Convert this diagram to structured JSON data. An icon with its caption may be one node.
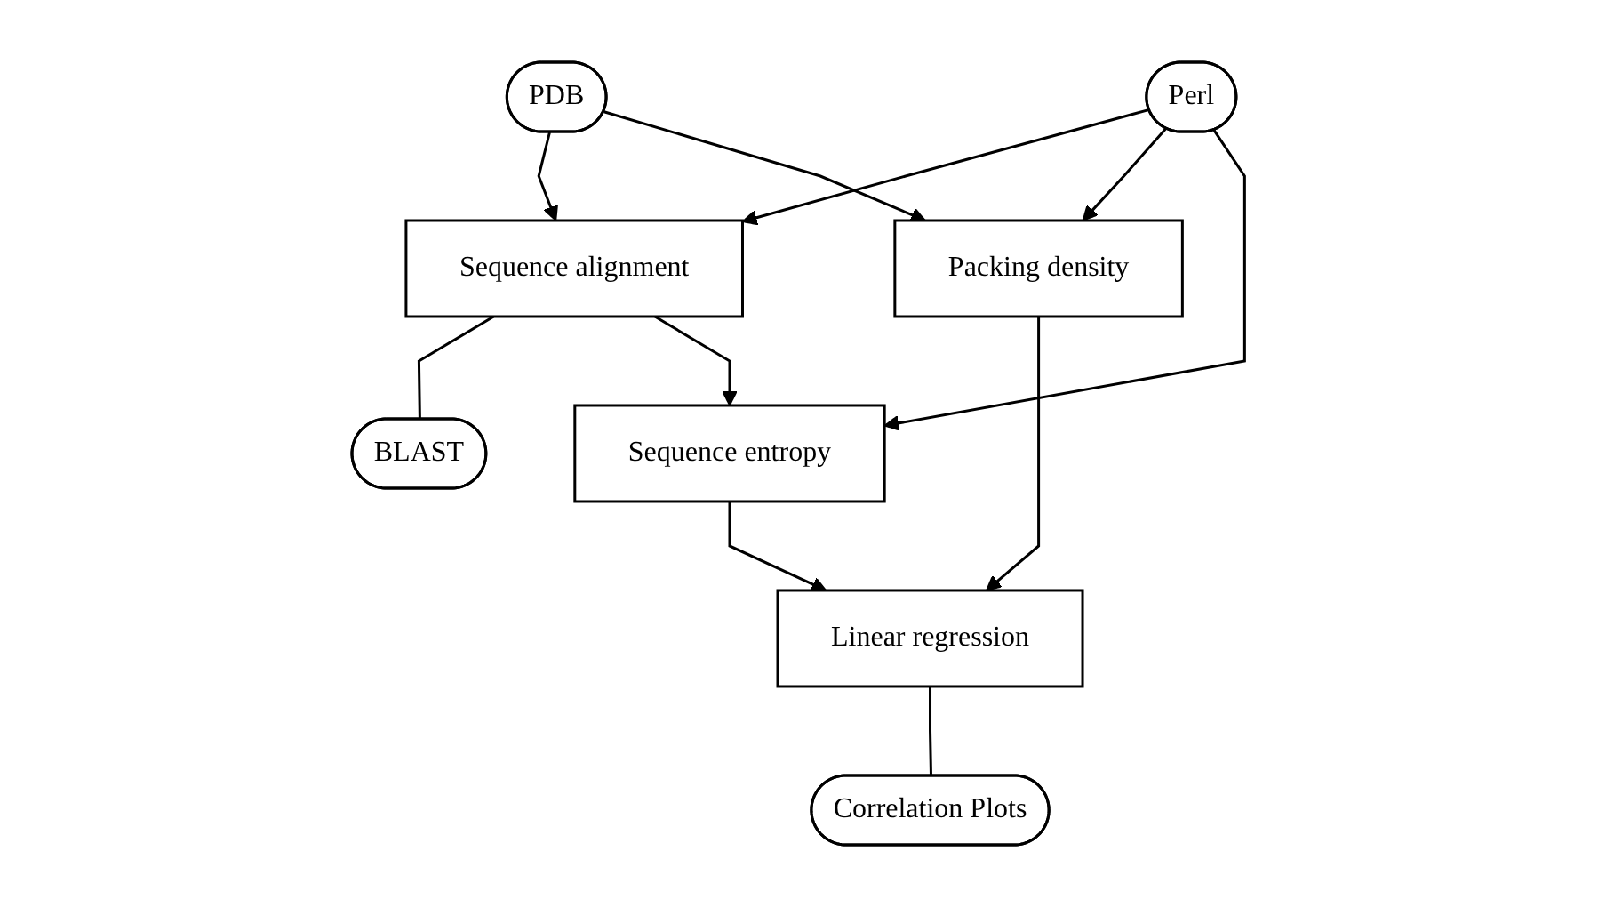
{
  "diagram": {
    "nodes": [
      {
        "text": [
          "PDB"
        ]
      },
      {
        "text": [
          "Sequence alignment"
        ]
      },
      {
        "text": [
          "BLAST"
        ]
      },
      {
        "text": [
          "Perl"
        ]
      },
      {
        "text": [
          "Packing density"
        ]
      },
      {
        "text": [
          "Sequence entropy"
        ]
      },
      {
        "text": [
          "Linear regression"
        ]
      },
      {
        "text": [
          "Correlation Plots"
        ]
      }
    ],
    "edges": [
      {
        "from": 0,
        "to": 1,
        "arrow": "to"
      },
      {
        "from": 1,
        "to": 2,
        "arrow": "none"
      },
      {
        "from": 3,
        "to": 1,
        "arrow": "to"
      },
      {
        "from": 0,
        "to": 4,
        "arrow": "to"
      },
      {
        "from": 3,
        "to": 4,
        "arrow": "to"
      },
      {
        "from": 3,
        "to": 5,
        "arrow": "to"
      },
      {
        "from": 1,
        "to": 5,
        "arrow": "to"
      },
      {
        "from": 4,
        "to": 6,
        "arrow": "to"
      },
      {
        "from": 5,
        "to": 6,
        "arrow": "to"
      },
      {
        "from": 6,
        "to": 7,
        "arrow": "none"
      }
    ]
  }
}
